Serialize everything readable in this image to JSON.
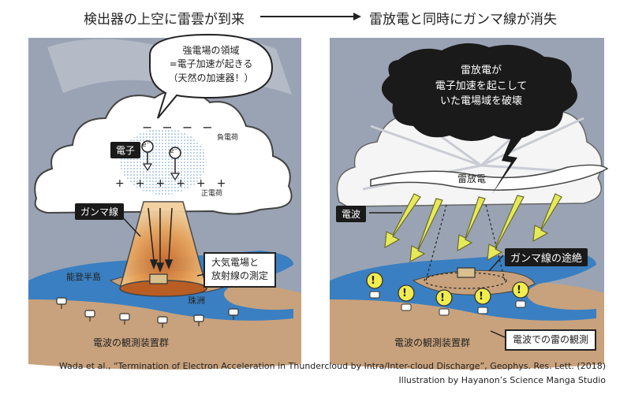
{
  "header": {
    "left_title": "検出器の上空に雷雲が到来",
    "right_title": "雷放電と同時にガンマ線が消失"
  },
  "left_panel": {
    "speech_bubble": [
      "強電場の領域",
      "=電子加速が起きる",
      "（天然の加速器！）"
    ],
    "electron_label": "電子",
    "negative_charge_label": "負電荷",
    "positive_charge_label": "正電荷",
    "gamma_label": "ガンマ線",
    "measurement_box": [
      "大気電場と",
      "放射線の測定"
    ],
    "peninsula_label": "能登半島",
    "suzu_label": "珠洲",
    "detectors_label": "電波の観測装置群",
    "electron_symbol": "e⁻"
  },
  "right_panel": {
    "dark_bubble": [
      "雷放電が",
      "電子加速を起こして",
      "いた電場域を破壊"
    ],
    "discharge_label": "雷放電",
    "radio_wave_label": "電波",
    "gamma_cutoff_label": "ガンマ線の途絶",
    "detectors_label": "電波の観測装置群",
    "radio_observation_label": "電波での雷の観測",
    "alert_mark": "!"
  },
  "credits": {
    "line1": "Wada et al., “Termination of Electron Acceleration in Thundercloud by Intra/Inter-cloud Discharge”, Geophys. Res. Lett. (2018)",
    "line2": "Illustration by Hayanon’s Science Manga Studio"
  },
  "colors": {
    "sky_gray": "#9aa3b3",
    "sea_blue": "#3a7fc1",
    "land_tan": "#c8a27c",
    "gamma_orange": "#e8a35a",
    "radio_arrow_yellow": "#e6ea5a",
    "alert_yellow": "#f2ec4d",
    "dark_bubble": "#1a1a1a"
  }
}
